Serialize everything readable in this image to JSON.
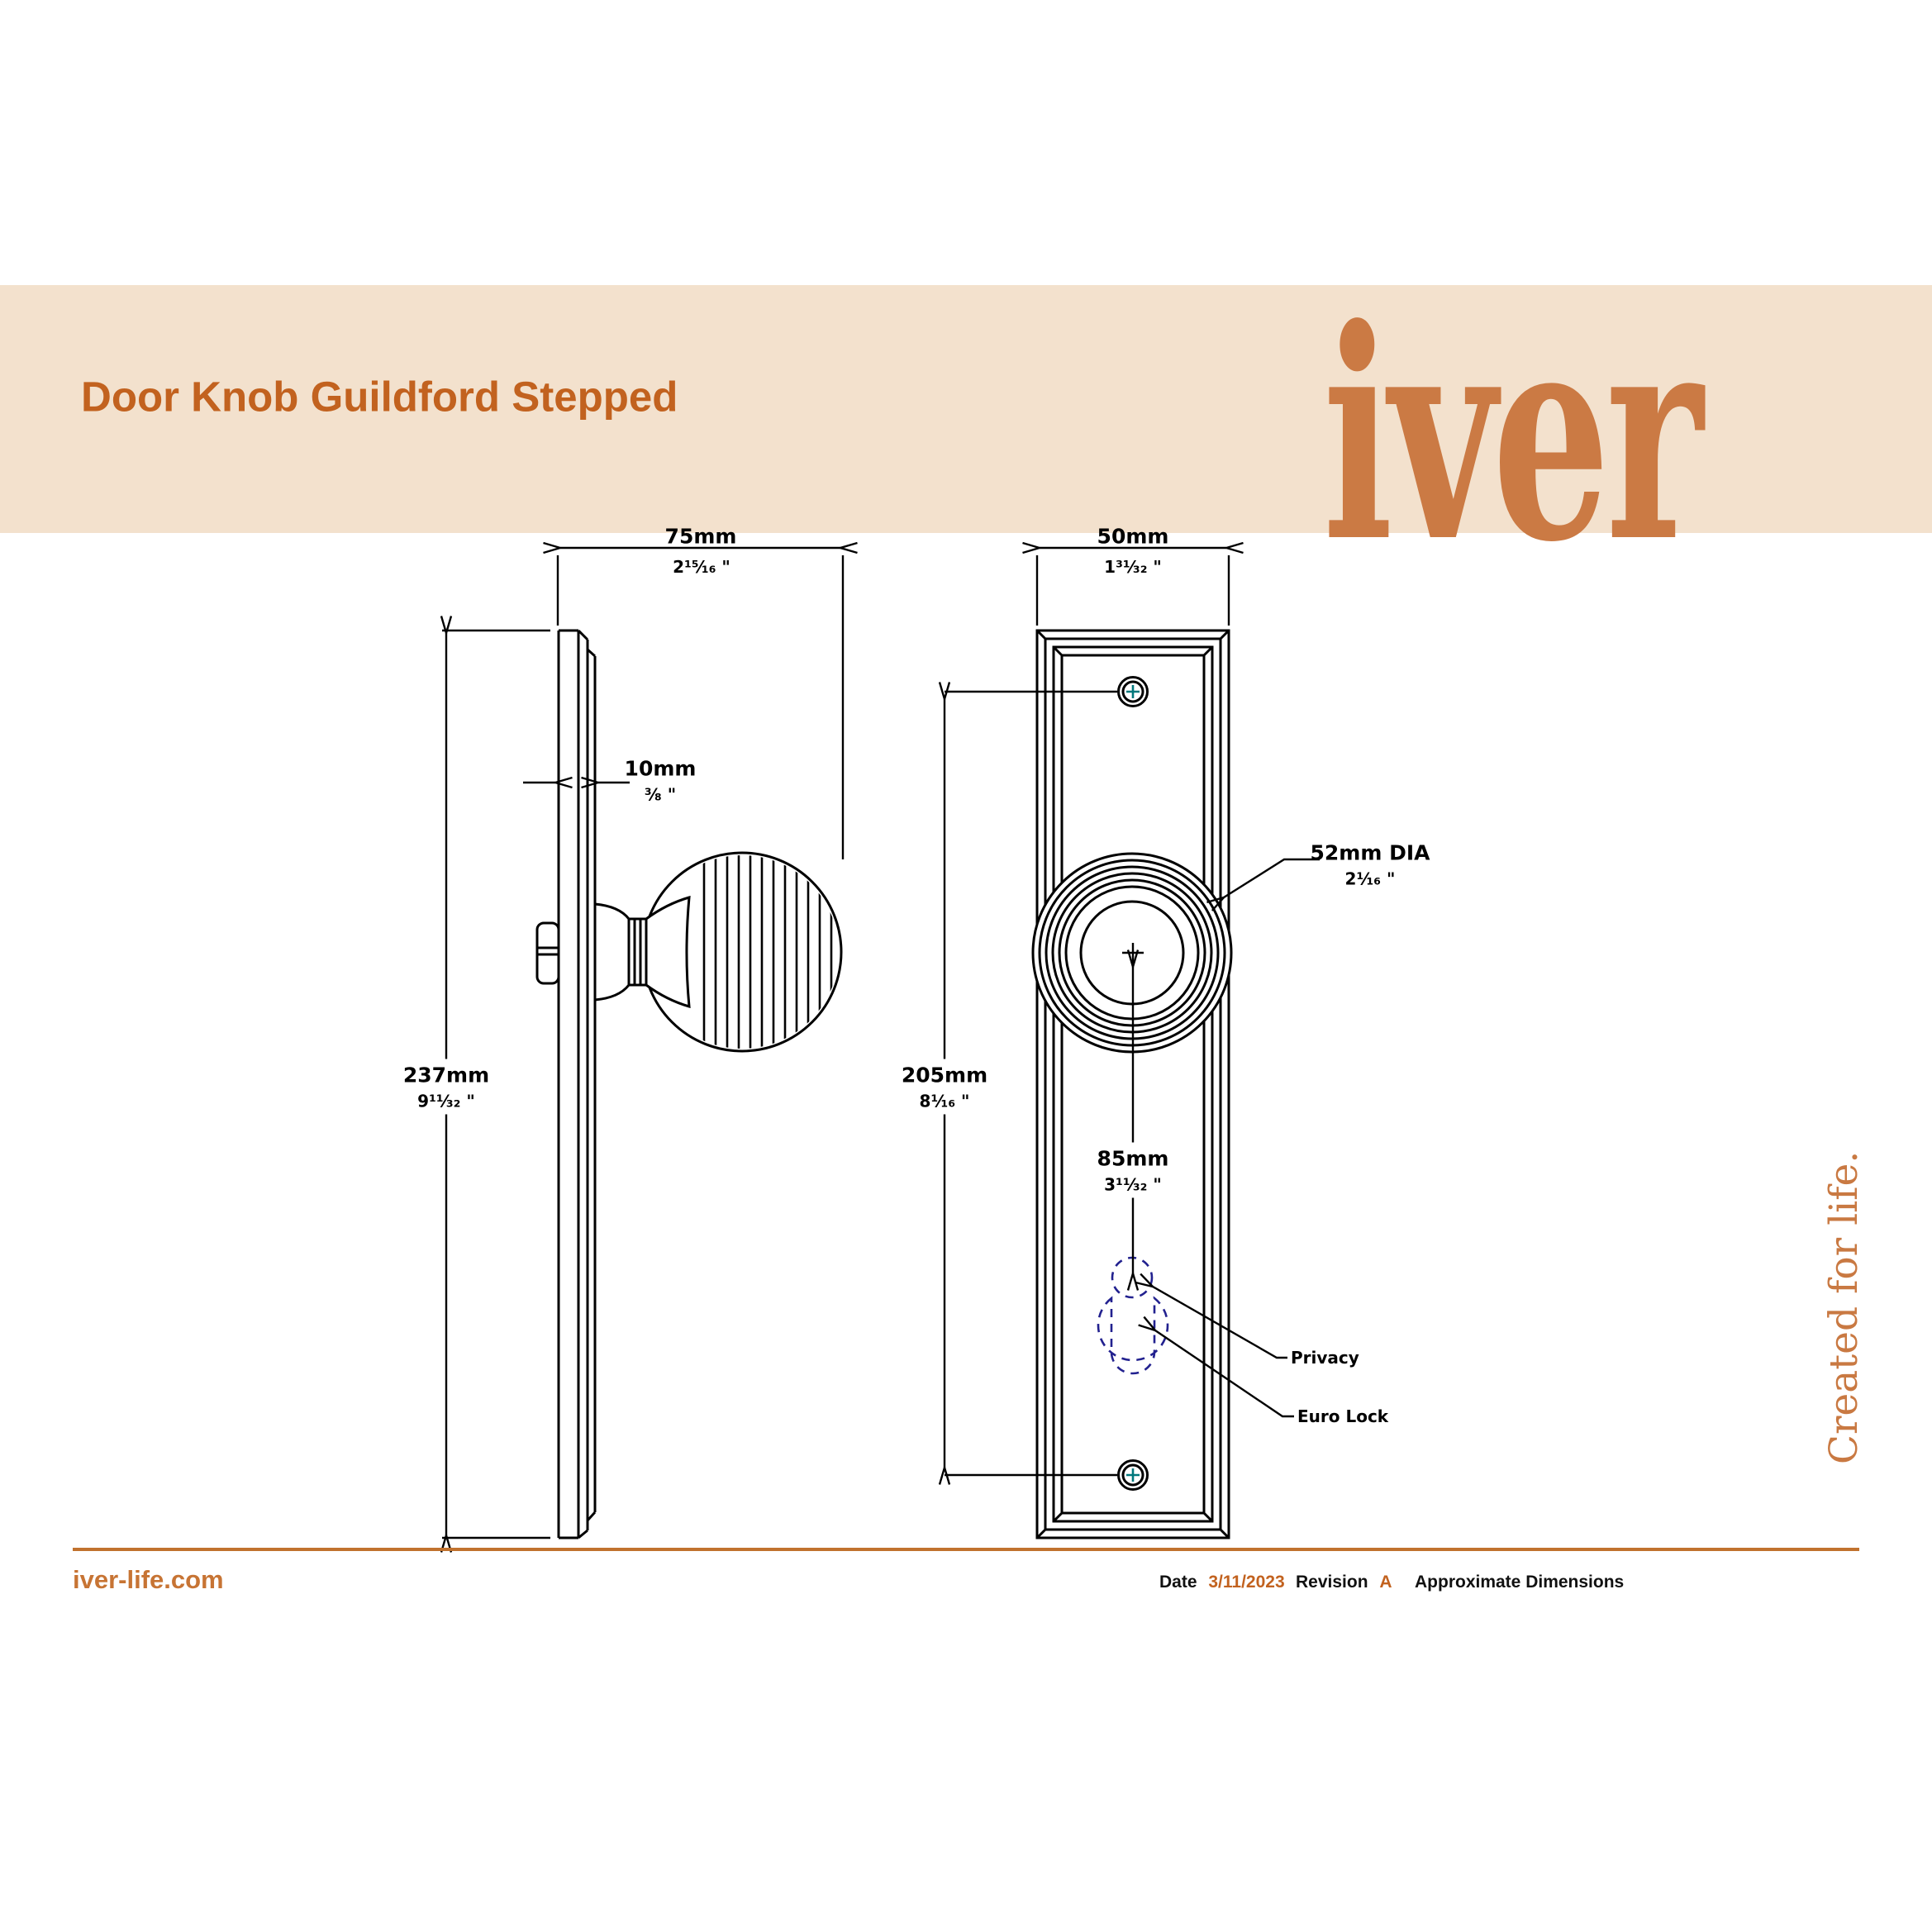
{
  "header": {
    "title": "Door Knob Guildford Stepped",
    "logo": "iver",
    "tagline": "Created for life."
  },
  "colors": {
    "band": "#f3e1cd",
    "accent_orange": "#c2621f",
    "logo_orange": "#cb7a44",
    "rule_orange": "#c1722e",
    "dashed_navy": "#22218f",
    "screw_cross_teal": "#00787c",
    "line_black": "#000000"
  },
  "dimensions": {
    "overall_projection": {
      "mm": "75mm",
      "inch": "2¹⁵⁄₁₆ \""
    },
    "plate_width": {
      "mm": "50mm",
      "inch": "1³¹⁄₃₂ \""
    },
    "plate_thickness": {
      "mm": "10mm",
      "inch": "³⁄₈ \""
    },
    "plate_height": {
      "mm": "237mm",
      "inch": "9¹¹⁄₃₂ \""
    },
    "screw_centres": {
      "mm": "205mm",
      "inch": "8¹⁄₁₆ \""
    },
    "knob_to_keyhole": {
      "mm": "85mm",
      "inch": "3¹¹⁄₃₂ \""
    },
    "knob_diameter": {
      "mm": "52mm DIA",
      "inch": "2¹⁄₁₆ \""
    }
  },
  "callouts": {
    "privacy": "Privacy",
    "euro_lock": "Euro Lock"
  },
  "footer": {
    "website": "iver-life.com",
    "date_label": "Date",
    "date_value": "3/11/2023",
    "revision_label": "Revision",
    "revision_value": "A",
    "note": "Approximate Dimensions"
  }
}
